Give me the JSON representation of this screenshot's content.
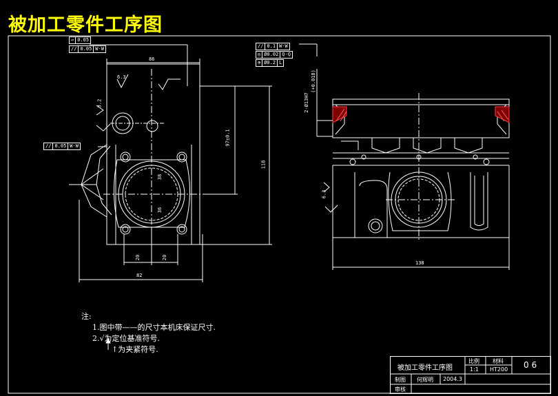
{
  "title": "被加工零件工序图",
  "notes": {
    "heading": "注:",
    "line1": "1.图中带——的尺寸本机床保证尺寸.",
    "line2": "2.√为定位基准符号.",
    "line3": "↑为夹紧符号."
  },
  "fcf": {
    "flat1": {
      "sym": "▱",
      "val": "0.05"
    },
    "par1": {
      "sym": "//",
      "val": "0.05",
      "ref": "W-W"
    },
    "par2": {
      "sym": "//",
      "val": "0.05",
      "ref": "W-W"
    },
    "r1": {
      "sym": "//",
      "val": "0.1",
      "ref": "W-W"
    },
    "r2": {
      "sym": "◎",
      "val": "Ø0.02",
      "ref": "Q-Q"
    },
    "r3": {
      "sym": "⊕",
      "val": "Ø0.2",
      "ref": "L"
    }
  },
  "dims": {
    "top_width": "86",
    "rough1": "6.3",
    "rough2": "3.2",
    "rough3": "6.3",
    "left_height": "97±0.1",
    "full_height": "118",
    "bottom1": "20",
    "bottom2": "20",
    "bottom_width": "82",
    "r_bottom_width": "138",
    "holes": "2-Ø13H7",
    "holes_tol": "(+0.018)",
    "mid1": "38",
    "mid2": "36"
  },
  "titleblock": {
    "name": "被加工零件工序图",
    "scale_label": "比例",
    "scale": "1:1",
    "material_label": "材料",
    "material": "HT200",
    "num": "06",
    "drawn_label": "制图",
    "drawn_by": "何辉明",
    "date": "2004.3",
    "check_label": "审核"
  }
}
